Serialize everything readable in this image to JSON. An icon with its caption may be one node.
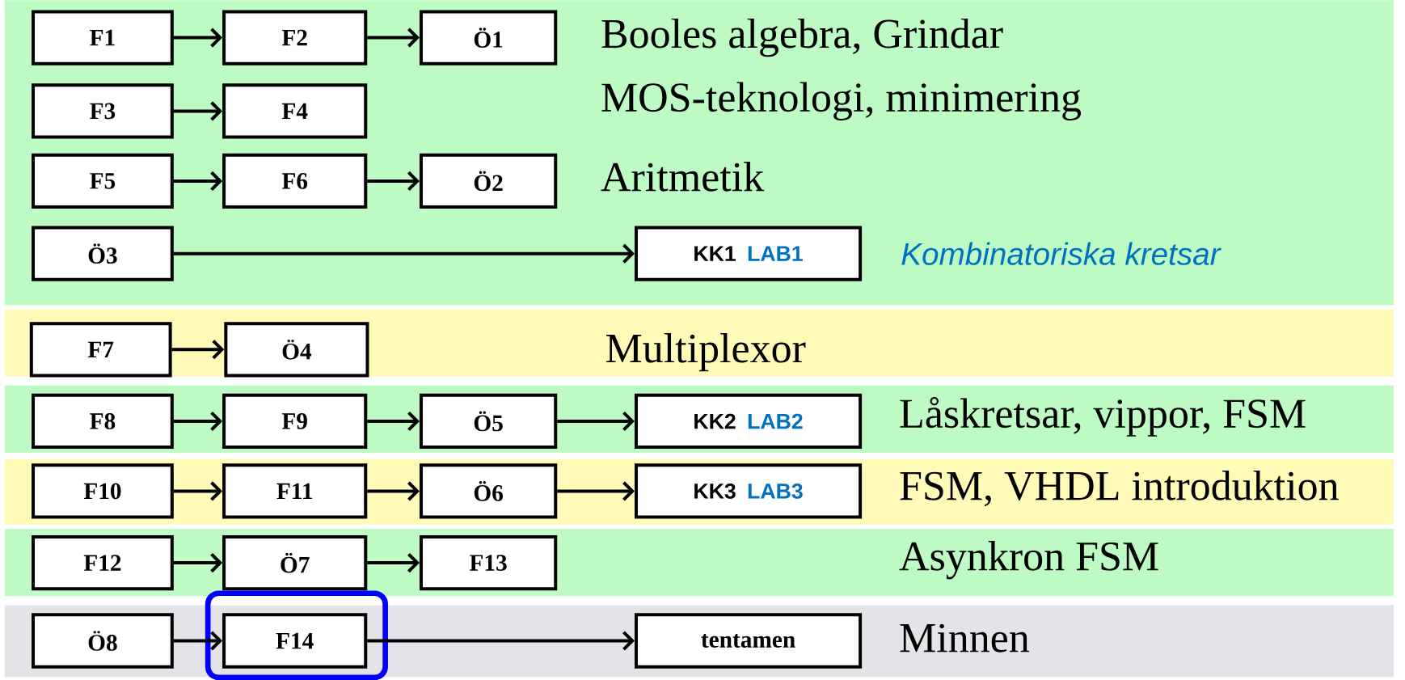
{
  "diagram": {
    "nodes": [
      {
        "text": [
          "Booles algebra, Grindar",
          "MOS-teknologi,  minimering",
          "Aritmetik",
          "Kombinatoriska kretsar"
        ]
      },
      {
        "text": [
          "F1"
        ],
        "in": 0
      },
      {
        "text": [
          "F2"
        ],
        "in": 0
      },
      {
        "text": [
          "Ö1"
        ],
        "in": 0
      },
      {
        "text": [
          "F3"
        ],
        "in": 0
      },
      {
        "text": [
          "F4"
        ],
        "in": 0
      },
      {
        "text": [
          "F5"
        ],
        "in": 0
      },
      {
        "text": [
          "F6"
        ],
        "in": 0
      },
      {
        "text": [
          "Ö2"
        ],
        "in": 0
      },
      {
        "text": [
          "Ö3"
        ],
        "in": 0
      },
      {
        "text": [
          "KK1",
          "LAB1"
        ],
        "in": 0
      },
      {
        "text": [
          "Multiplexor"
        ]
      },
      {
        "text": [
          "F7"
        ],
        "in": 11
      },
      {
        "text": [
          "Ö4"
        ],
        "in": 11
      },
      {
        "text": [
          "Låskretsar, vippor, FSM"
        ]
      },
      {
        "text": [
          "F8"
        ],
        "in": 14
      },
      {
        "text": [
          "F9"
        ],
        "in": 14
      },
      {
        "text": [
          "Ö5"
        ],
        "in": 14
      },
      {
        "text": [
          "KK2",
          "LAB2"
        ],
        "in": 14
      },
      {
        "text": [
          "FSM, VHDL introduktion"
        ]
      },
      {
        "text": [
          "F10"
        ],
        "in": 19
      },
      {
        "text": [
          "F11"
        ],
        "in": 19
      },
      {
        "text": [
          "Ö6"
        ],
        "in": 19
      },
      {
        "text": [
          "KK3",
          "LAB3"
        ],
        "in": 19
      },
      {
        "text": [
          "Asynkron FSM"
        ]
      },
      {
        "text": [
          "F12"
        ],
        "in": 24
      },
      {
        "text": [
          "Ö7"
        ],
        "in": 24
      },
      {
        "text": [
          "F13"
        ],
        "in": 24
      },
      {
        "text": [
          "Minnen"
        ]
      },
      {
        "text": [
          "Ö8"
        ],
        "in": 28
      },
      {
        "text": [
          "F14"
        ],
        "in": 28
      },
      {
        "text": [
          "tentamen"
        ],
        "in": 28
      }
    ],
    "edges": [
      {
        "from": 1,
        "to": 2,
        "arrow": "to"
      },
      {
        "from": 2,
        "to": 3,
        "arrow": "to"
      },
      {
        "from": 4,
        "to": 5,
        "arrow": "to"
      },
      {
        "from": 6,
        "to": 7,
        "arrow": "to"
      },
      {
        "from": 7,
        "to": 8,
        "arrow": "to"
      },
      {
        "from": 9,
        "to": 10,
        "arrow": "to"
      },
      {
        "from": 12,
        "to": 13,
        "arrow": "to"
      },
      {
        "from": 15,
        "to": 16,
        "arrow": "to"
      },
      {
        "from": 16,
        "to": 17,
        "arrow": "to"
      },
      {
        "from": 17,
        "to": 18,
        "arrow": "to"
      },
      {
        "from": 20,
        "to": 21,
        "arrow": "to"
      },
      {
        "from": 21,
        "to": 22,
        "arrow": "to"
      },
      {
        "from": 22,
        "to": 23,
        "arrow": "to"
      },
      {
        "from": 25,
        "to": 26,
        "arrow": "to"
      },
      {
        "from": 26,
        "to": 27,
        "arrow": "to"
      },
      {
        "from": 29,
        "to": 30,
        "arrow": "to"
      },
      {
        "from": 30,
        "to": 31,
        "arrow": "to"
      }
    ]
  }
}
